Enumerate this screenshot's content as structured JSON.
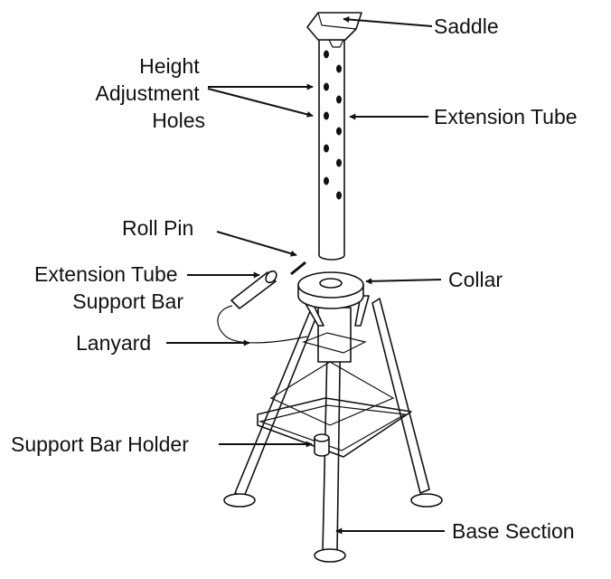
{
  "labels": {
    "saddle": "Saddle",
    "height_adjustment_holes": [
      "Height",
      "Adjustment",
      "Holes"
    ],
    "extension_tube": "Extension Tube",
    "roll_pin": "Roll Pin",
    "extension_tube_support_bar": [
      "Extension Tube",
      "Support Bar"
    ],
    "collar": "Collar",
    "lanyard": "Lanyard",
    "support_bar_holder": "Support Bar Holder",
    "base_section": "Base Section"
  },
  "colors": {
    "line": "#111111",
    "background": "#ffffff"
  }
}
